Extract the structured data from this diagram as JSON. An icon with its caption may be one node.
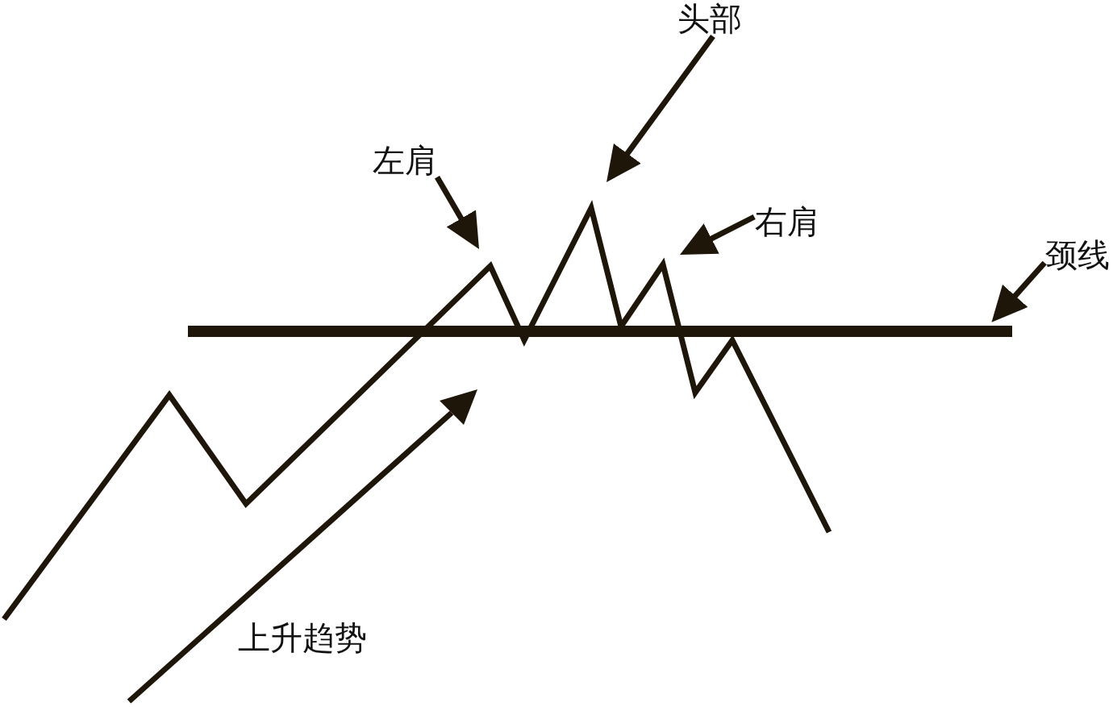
{
  "diagram": {
    "nodes": [
      {
        "text": [
          "头部"
        ]
      },
      {
        "text": [
          "左肩"
        ]
      },
      {
        "text": [
          "右肩"
        ]
      },
      {
        "text": [
          "颈线"
        ]
      },
      {
        "text": [],
        "shape": "line"
      }
    ],
    "edges": [
      {
        "from": 0,
        "to": null,
        "arrow": "to"
      },
      {
        "from": 1,
        "to": null,
        "arrow": "to"
      },
      {
        "from": 2,
        "to": null,
        "arrow": "to"
      },
      {
        "from": 3,
        "to": 4,
        "arrow": "to"
      }
    ],
    "labels": [
      "上升趋势"
    ]
  }
}
